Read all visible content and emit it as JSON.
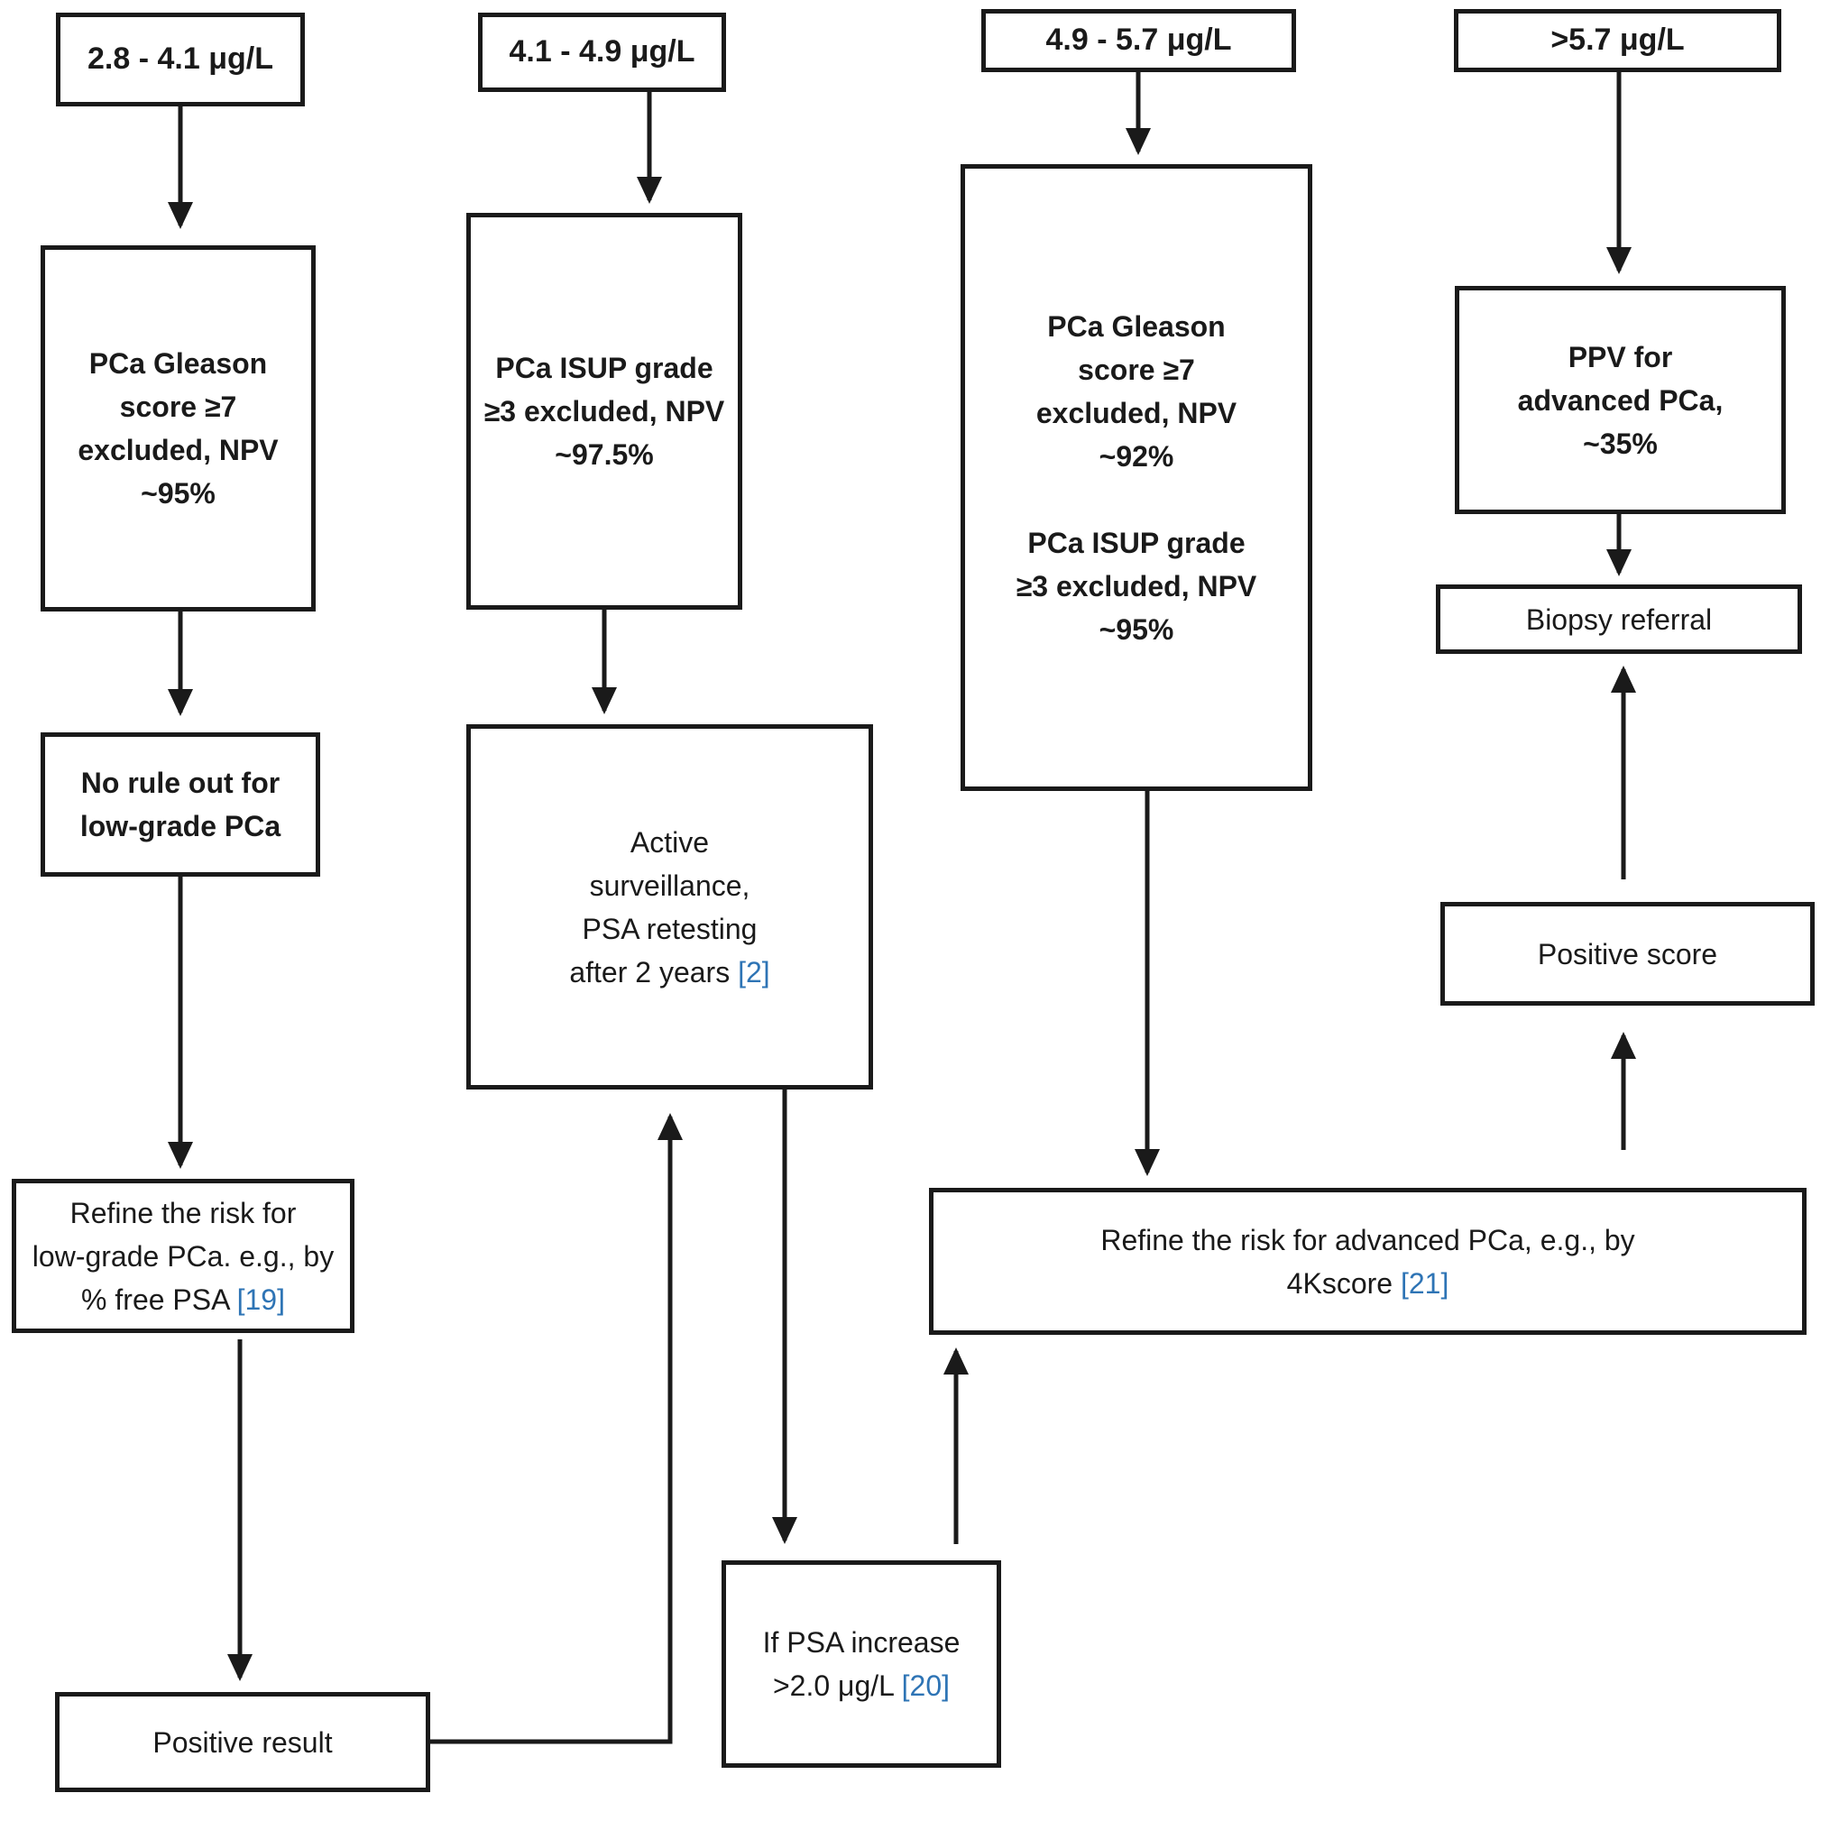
{
  "diagram": {
    "headers": {
      "h1": {
        "label": "2.8 - 4.1 μg/L"
      },
      "h2": {
        "label": "4.1 - 4.9 μg/L"
      },
      "h3": {
        "label": "4.9 - 5.7 μg/L"
      },
      "h4": {
        "label": ">5.7 μg/L"
      }
    },
    "nodes": {
      "gleason_col1": {
        "lines": [
          "PCa Gleason",
          "score ≥7",
          "excluded, NPV",
          "~95%"
        ],
        "cite": ""
      },
      "no_rule_out": {
        "lines": [
          "No rule out for",
          "low-grade PCa"
        ],
        "cite": ""
      },
      "refine_low_grade": {
        "lines": [
          "Refine the risk for",
          "low-grade PCa. e.g., by",
          "% free PSA"
        ],
        "cite": "[19]"
      },
      "positive_result": {
        "lines": [
          "Positive result"
        ],
        "cite": ""
      },
      "isup_col2": {
        "lines": [
          "PCa ISUP grade",
          "≥3 excluded, NPV",
          "~97.5%"
        ],
        "cite": ""
      },
      "active_surveillance": {
        "lines": [
          "Active",
          "surveillance,",
          "PSA retesting",
          "after 2 years"
        ],
        "cite": "[2]"
      },
      "psa_increase": {
        "lines": [
          "If PSA increase",
          ">2.0 μg/L"
        ],
        "cite": "[20]"
      },
      "gleason_isup_col3": {
        "lines": [
          "PCa Gleason",
          "score ≥7",
          "excluded, NPV",
          "~92%",
          "",
          "PCa ISUP grade",
          "≥3 excluded, NPV",
          "~95%"
        ],
        "cite": ""
      },
      "refine_advanced": {
        "lines": [
          "Refine the risk for advanced PCa, e.g., by",
          "4Kscore"
        ],
        "cite": "[21]"
      },
      "ppv_advanced": {
        "lines": [
          "PPV for",
          "advanced PCa,",
          "~35%"
        ],
        "cite": ""
      },
      "biopsy_referral": {
        "lines": [
          "Biopsy referral"
        ],
        "cite": ""
      },
      "positive_score": {
        "lines": [
          "Positive score"
        ],
        "cite": ""
      }
    },
    "colors": {
      "citation": "#2e74b5",
      "line": "#1a1a1a",
      "background": "#ffffff"
    }
  }
}
